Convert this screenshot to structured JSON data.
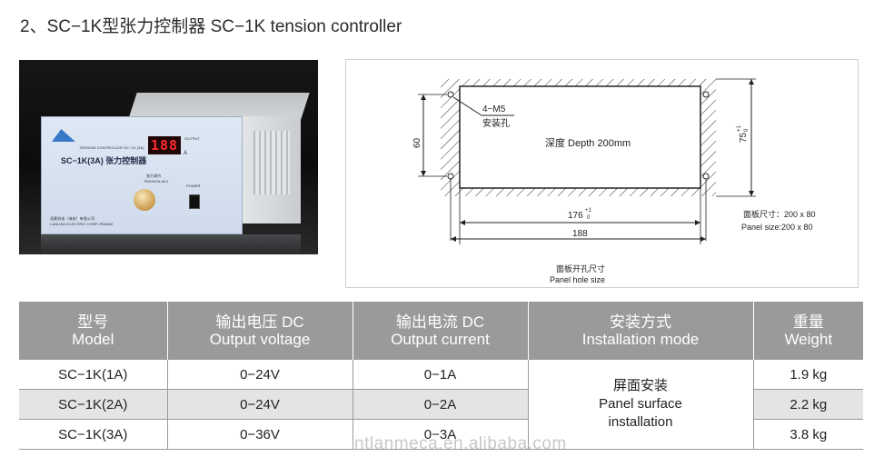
{
  "title": "2、SC−1K型张力控制器 SC−1K tension controller",
  "photo": {
    "header_text": "TENSION CONTROLLER SC−1K (3A)",
    "output_text": "OUTPUT",
    "model_label": "SC−1K(3A) 张力控制器",
    "display_value": "188",
    "amp_unit": "A",
    "knob_label_cn": "张力调节",
    "knob_label_en": "TENSION ADJ.",
    "power_label": "POWER",
    "company_cn": "凌菱机电（海安）有限公司",
    "company_en": "LANLING ELECTRIC CORP.,PANAM"
  },
  "drawing": {
    "hole_label": "4−M5",
    "hole_label_cn": "安装孔",
    "depth_text": "深度 Depth 200mm",
    "dim_height": "60",
    "dim_height_outer": "75",
    "dim_width_inner": "176",
    "dim_width_outer": "188",
    "tol_plus": "+1",
    "tol_zero": "0",
    "panel_size_cn": "面板尺寸：200 x 80",
    "panel_size_en": "Panel size:200 x 80",
    "caption_cn": "面板开孔尺寸",
    "caption_en": "Panel hole size"
  },
  "table": {
    "headers": [
      {
        "cn": "型号",
        "en": "Model"
      },
      {
        "cn": "输出电压 DC",
        "en": "Output voltage"
      },
      {
        "cn": "输出电流 DC",
        "en": "Output current"
      },
      {
        "cn": "安装方式",
        "en": "Installation mode"
      },
      {
        "cn": "重量",
        "en": "Weight"
      }
    ],
    "rows": [
      {
        "model": "SC−1K(1A)",
        "voltage": "0−24V",
        "current": "0−1A",
        "weight": "1.9 kg"
      },
      {
        "model": "SC−1K(2A)",
        "voltage": "0−24V",
        "current": "0−2A",
        "weight": "2.2 kg"
      },
      {
        "model": "SC−1K(3A)",
        "voltage": "0−36V",
        "current": "0−3A",
        "weight": "3.8 kg"
      }
    ],
    "installation_cn": "屏面安装",
    "installation_en_1": "Panel surface",
    "installation_en_2": "installation"
  },
  "watermark": "ntlanmeca.en.alibaba.com"
}
